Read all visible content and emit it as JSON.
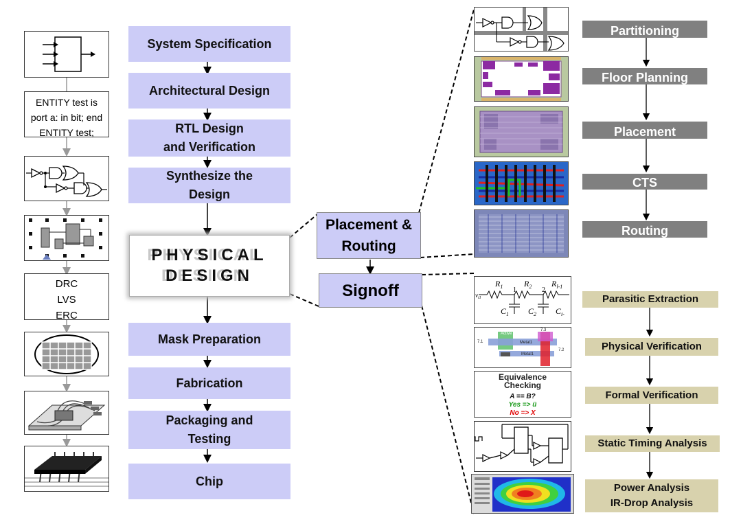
{
  "main_flow": [
    {
      "label": "System Specification"
    },
    {
      "label": "Architectural Design"
    },
    {
      "label": "RTL Design\nand Verification"
    },
    {
      "label": "Synthesize the\nDesign"
    },
    {
      "label": "Mask Preparation"
    },
    {
      "label": "Fabrication"
    },
    {
      "label": "Packaging and\nTesting"
    },
    {
      "label": "Chip"
    }
  ],
  "physical_design": {
    "line1": "PHYSICAL",
    "line2": "DESIGN"
  },
  "placement_routing": {
    "label": "Placement &\nRouting"
  },
  "signoff": {
    "label": "Signoff"
  },
  "pr_steps": [
    "Partitioning",
    "Floor Planning",
    "Placement",
    "CTS",
    "Routing"
  ],
  "signoff_steps": [
    "Parasitic Extraction",
    "Physical Verification",
    "Formal Verification",
    "Static Timing Analysis",
    "Power Analysis\nIR-Drop Analysis"
  ],
  "left_column": {
    "entity_code": "ENTITY test is\nport a: in bit; end\nENTITY test;",
    "checks": [
      "DRC",
      "LVS",
      "ERC"
    ]
  },
  "thumb_labels": {
    "rc": {
      "r1": "R",
      "r1s": "1",
      "r2": "R",
      "r2s": "2",
      "r3": "R",
      "r3s": "l-1",
      "c1": "C",
      "c1s": "1",
      "c2": "C",
      "c2s": "2",
      "c3": "C",
      "c3s": "i-",
      "n1": "1",
      "n2": "2",
      "vin": "v",
      "vins": "i1"
    },
    "layout": {
      "active": "Active",
      "metal1a": "Metal1",
      "metal1b": "Metal1",
      "d1": "7.1",
      "d2": "7.2",
      "d3": "7.3"
    },
    "equivalence": {
      "title1": "Equivalence",
      "title2": "Checking",
      "line1": "A == B?",
      "line2": "Yes => ü",
      "line3": "No  => X"
    }
  },
  "colors": {
    "stage_fill": "#ccccf7",
    "gray_step": "#808080",
    "tan_step": "#d8d2ad",
    "yes": "#1a9a1a",
    "no": "#e00000"
  }
}
